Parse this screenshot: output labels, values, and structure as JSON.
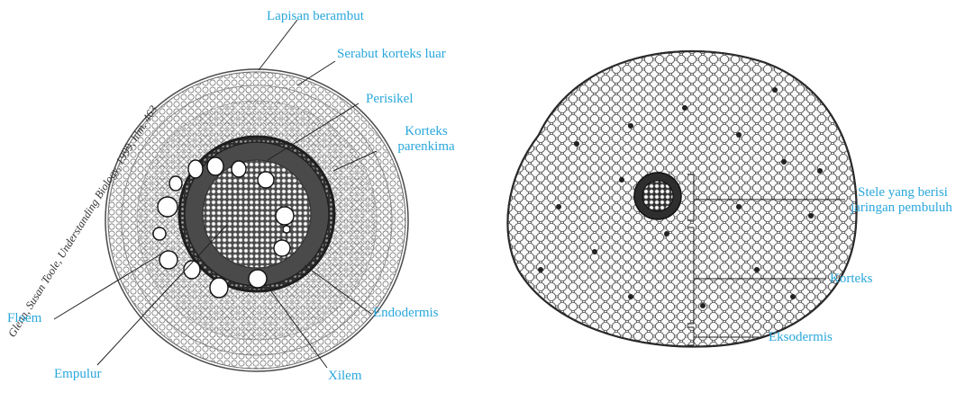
{
  "figure_left": {
    "credit": "Glenn, Susan Toole, Understanding Biology, 1999, hlm. 463",
    "labels": {
      "lapisan_berambut": "Lapisan berambut",
      "serabut_korteks_luar": "Serabut korteks luar",
      "perisikel": "Perisikel",
      "korteks_parenkima_line1": "Korteks",
      "korteks_parenkima_line2": "parenkima",
      "floem": "Floem",
      "empulur": "Empulur",
      "endodermis": "Endodermis",
      "xilem": "Xilem"
    }
  },
  "figure_right": {
    "labels": {
      "stele_line1": "Stele yang berisi",
      "stele_line2": "jaringan pembuluh",
      "korteks": "Korteks",
      "eksodermis": "Eksodermis"
    }
  },
  "colors": {
    "label_text": "#29a7dc",
    "leader_line": "#222222",
    "tissue_fill": "#f3f3f3",
    "tissue_stroke": "#555555",
    "vascular_ring": "#3a3a3a"
  }
}
